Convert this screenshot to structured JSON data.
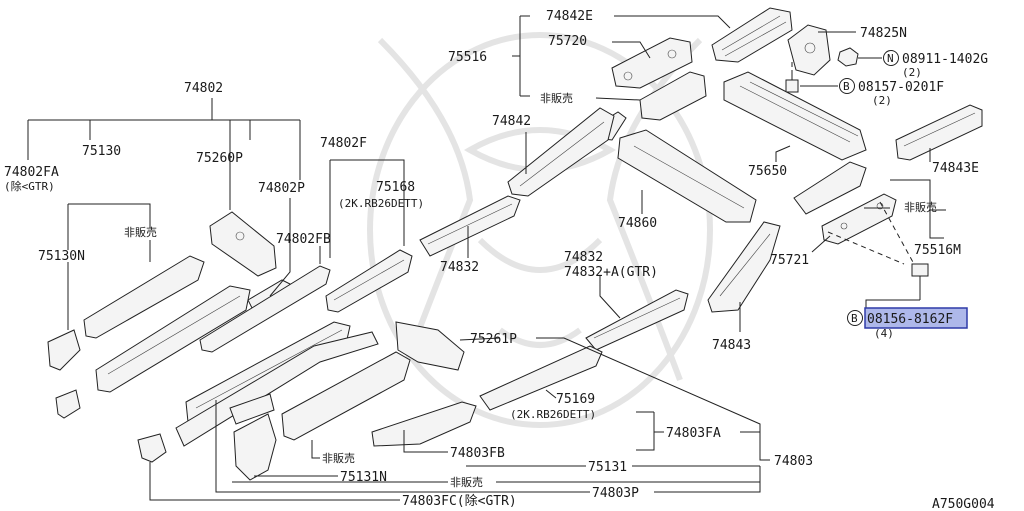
{
  "labels": {
    "p74842E": "74842E",
    "p74825N": "74825N",
    "p75720": "75720",
    "p75516": "75516",
    "nsale_top": "非販売",
    "bolt_n_prefix": "N",
    "bolt_n_num": "08911-1402G",
    "bolt_n_qty": "(2)",
    "bolt_b1_prefix": "B",
    "bolt_b1_num": "08157-0201F",
    "bolt_b1_qty": "(2)",
    "p74802": "74802",
    "p74842": "74842",
    "p75650": "75650",
    "p74843E": "74843E",
    "p74802F": "74802F",
    "p75130": "75130",
    "p75260P": "75260P",
    "p74802FA": "74802FA",
    "p74802FA_note": "(除<GTR)",
    "p74802P": "74802P",
    "p75168": "75168",
    "p75168_note": "(2K.RB26DETT)",
    "nsale_left": "非販売",
    "p75130N": "75130N",
    "p74802FB": "74802FB",
    "p74832a": "74832",
    "p74860": "74860",
    "nsale_right": "非販売",
    "p75516M": "75516M",
    "p75721": "75721",
    "p74832b": "74832",
    "p74832b_note": "74832+A(GTR)",
    "bolt_b2_prefix": "B",
    "bolt_b2_num": "08156-8162F",
    "bolt_b2_qty": "(4)",
    "p74843": "74843",
    "p75261P": "75261P",
    "p75169": "75169",
    "p75169_note": "(2K.RB26DETT)",
    "p74803FA": "74803FA",
    "p74803FB": "74803FB",
    "nsale_bottom1": "非販売",
    "p75131": "75131",
    "p74803": "74803",
    "p75131N": "75131N",
    "nsale_bottom2": "非販売",
    "p74803FC": "74803FC(除<GTR)",
    "p74803P": "74803P",
    "figure_code": "A750G004"
  },
  "colors": {
    "line": "#222222",
    "part_fill": "#f4f4f4",
    "highlight_fill": "#aeb8ea",
    "highlight_stroke": "#2e3aa8",
    "watermark": "#e4e4e4"
  }
}
